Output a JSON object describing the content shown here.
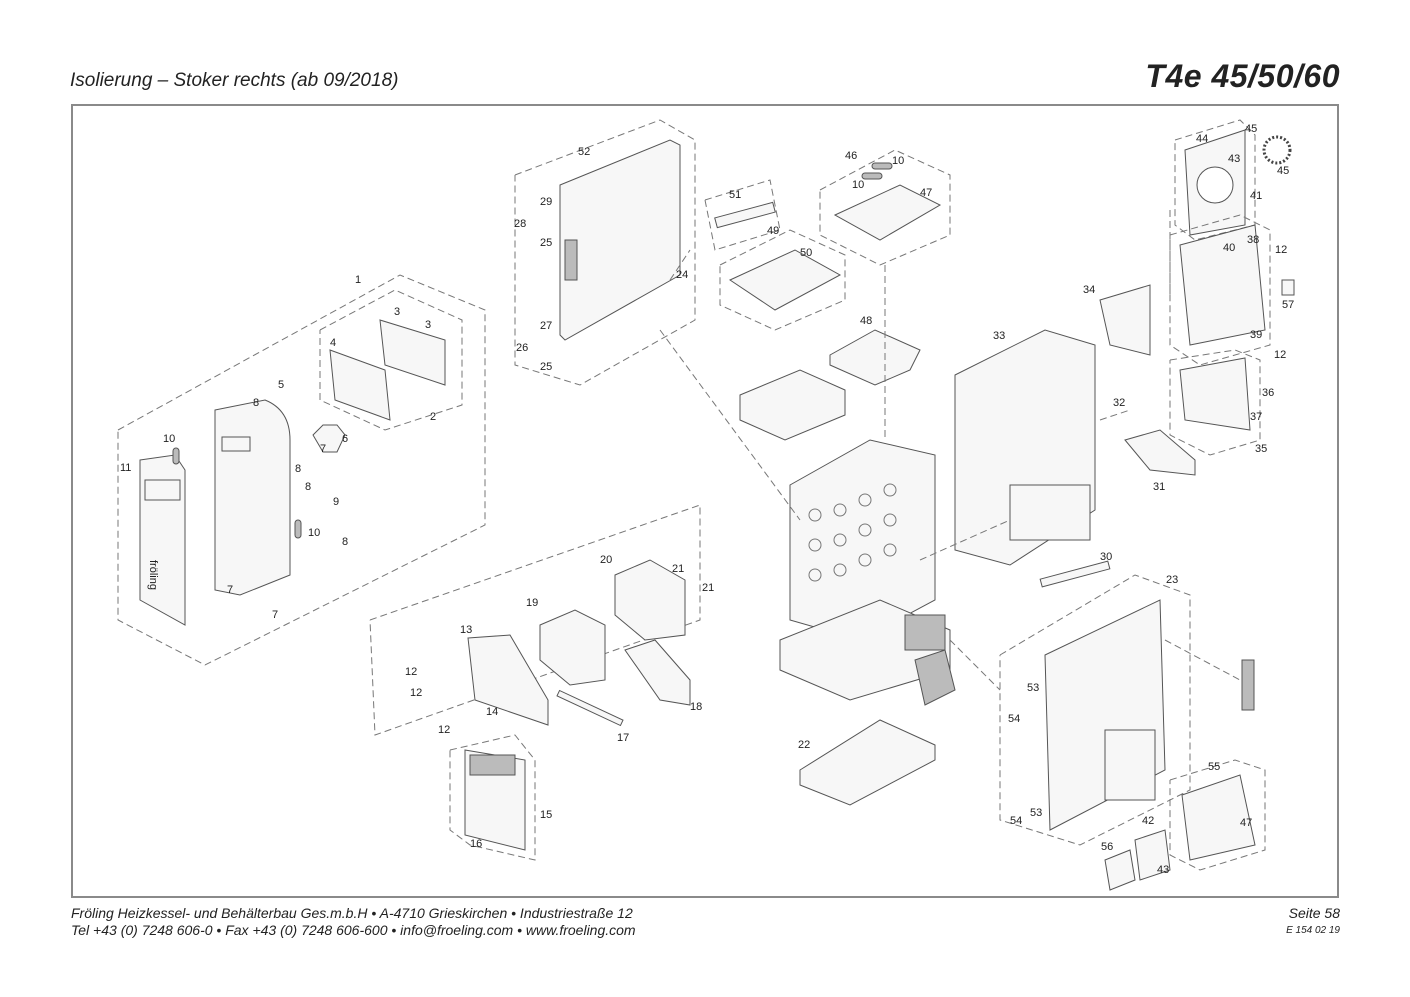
{
  "header": {
    "title": "Isolierung – Stoker rechts (ab 09/2018)",
    "model": "T4e 45/50/60"
  },
  "footer": {
    "line1": "Fröling Heizkessel- und Behälterbau Ges.m.b.H   •  A-4710 Grieskirchen   •   Industriestraße 12",
    "line2": "Tel +43 (0) 7248 606-0   •   Fax +43 (0) 7248 606-600   •   info@froeling.com   •   www.froeling.com",
    "page": "Seite 58",
    "doc_number": "E 154 02 19"
  },
  "diagram": {
    "front_panel_logo": "fröling",
    "labels": [
      "1",
      "2",
      "3",
      "3",
      "4",
      "5",
      "6",
      "7",
      "7",
      "7",
      "8",
      "8",
      "8",
      "8",
      "9",
      "10",
      "10",
      "11",
      "12",
      "12",
      "12",
      "12",
      "12",
      "13",
      "14",
      "15",
      "16",
      "17",
      "18",
      "19",
      "20",
      "21",
      "21",
      "22",
      "23",
      "24",
      "25",
      "25",
      "26",
      "27",
      "28",
      "29",
      "30",
      "31",
      "32",
      "33",
      "34",
      "35",
      "36",
      "37",
      "38",
      "39",
      "40",
      "41",
      "42",
      "43",
      "43",
      "44",
      "45",
      "45",
      "46",
      "47",
      "47",
      "48",
      "49",
      "50",
      "51",
      "52",
      "53",
      "53",
      "54",
      "54",
      "55",
      "56",
      "57",
      "10",
      "10"
    ]
  }
}
